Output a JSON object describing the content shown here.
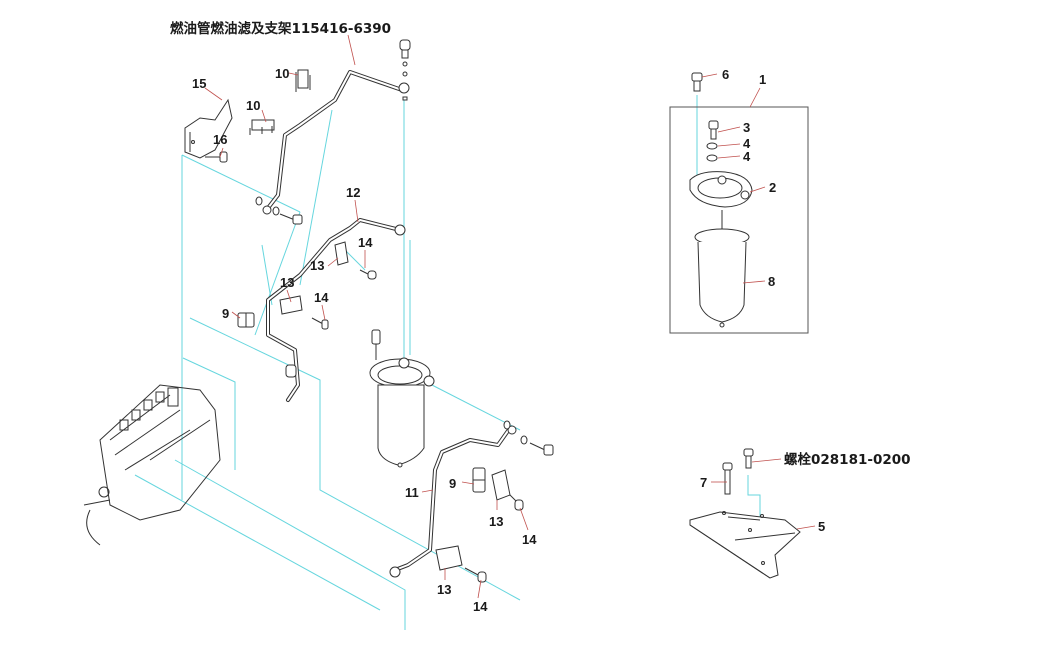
{
  "diagram": {
    "title": "燃油管燃油滤及支架115416-6390",
    "bolt_label": "螺栓028181-0200",
    "colors": {
      "line": "#333333",
      "assembly_guide": "#66d6de",
      "leader": "#c0504d"
    },
    "callouts": {
      "c1": "1",
      "c2": "2",
      "c3": "3",
      "c4a": "4",
      "c4b": "4",
      "c5": "5",
      "c6": "6",
      "c7": "7",
      "c8": "8",
      "c9a": "9",
      "c9b": "9",
      "c10a": "10",
      "c10b": "10",
      "c11": "11",
      "c12": "12",
      "c13a": "13",
      "c13b": "13",
      "c13c": "13",
      "c13d": "13",
      "c14a": "14",
      "c14b": "14",
      "c14c": "14",
      "c14d": "14",
      "c15": "15",
      "c16": "16"
    }
  }
}
